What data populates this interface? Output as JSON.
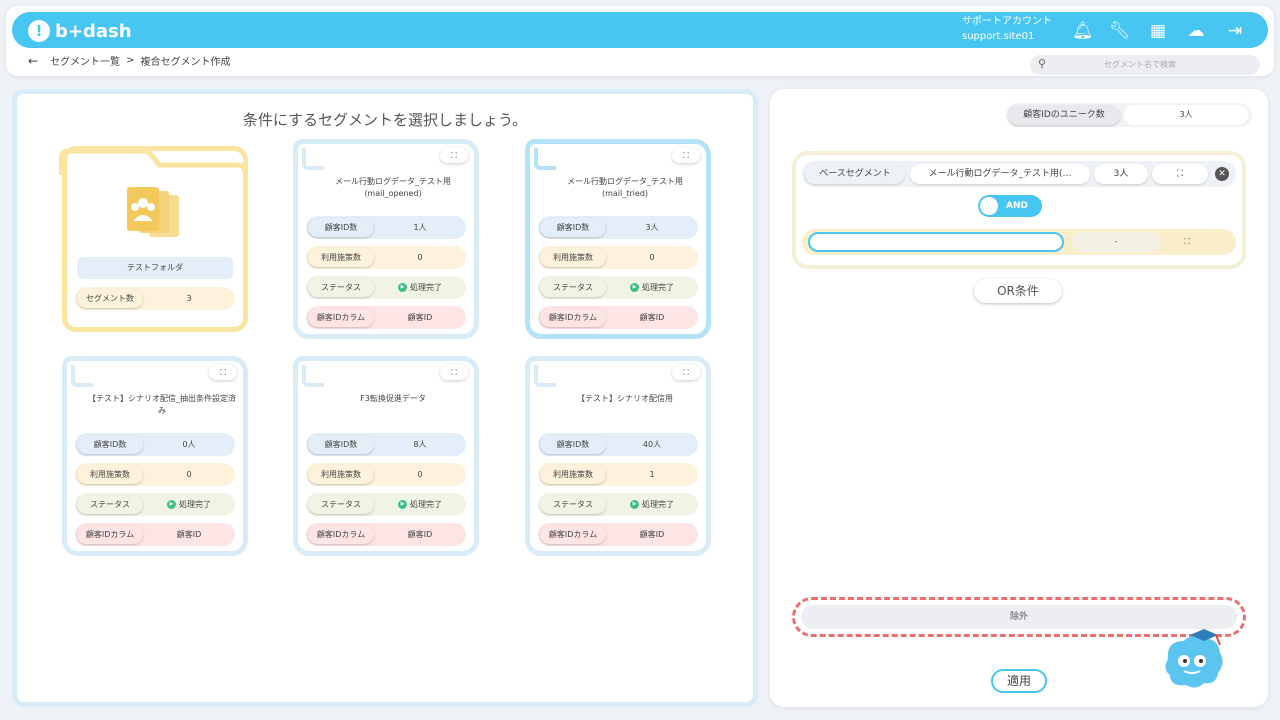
{
  "app": {
    "logo": "b+dash"
  },
  "account": {
    "line1": "サポートアカウント",
    "line2": "support.site01"
  },
  "icons": [
    "bell-icon",
    "wrench-icon",
    "grid-icon",
    "chat-icon",
    "logout-icon"
  ],
  "breadcrumb": {
    "back": "←",
    "parent": "セグメント一覧",
    "sep": ">",
    "current": "複合セグメント作成"
  },
  "search": {
    "placeholder": "セグメント名で検索"
  },
  "left": {
    "heading": "条件にするセグメントを選択しましょう。"
  },
  "folder": {
    "name": "テストフォルダ",
    "label": "セグメント数",
    "count": "3"
  },
  "labels": {
    "customers": "顧客ID数",
    "measures": "利用施策数",
    "status": "ステータス",
    "column": "顧客IDカラム"
  },
  "segments": [
    {
      "title": "メール行動ログデータ_テスト用(mail_opened)",
      "customers": "1人",
      "measures": "0",
      "status": "処理完了",
      "column": "顧客ID"
    },
    {
      "title": "メール行動ログデータ_テスト用(mail_tried)",
      "customers": "3人",
      "measures": "0",
      "status": "処理完了",
      "column": "顧客ID"
    },
    {
      "title": "【テスト】シナリオ配信_抽出条件設定済み",
      "customers": "0人",
      "measures": "0",
      "status": "処理完了",
      "column": "顧客ID"
    },
    {
      "title": "F3転換促進データ",
      "customers": "8人",
      "measures": "0",
      "status": "処理完了",
      "column": "顧客ID"
    },
    {
      "title": "【テスト】シナリオ配信用",
      "customers": "40人",
      "measures": "1",
      "status": "処理完了",
      "column": "顧客ID"
    }
  ],
  "right": {
    "unique_label": "顧客IDのユニーク数",
    "unique_value": "3人",
    "base_label": "ベースセグメント",
    "base_name": "メール行動ログデータ_テスト用(…",
    "base_count": "3人",
    "toggle_label": "AND",
    "condition_value": "-",
    "or_label": "OR条件",
    "exclude_label": "除外",
    "apply_label": "適用"
  },
  "colors": {
    "accent": "#48c6f2",
    "folder": "#fbe3a0",
    "dashed": "#ee6e6e"
  }
}
